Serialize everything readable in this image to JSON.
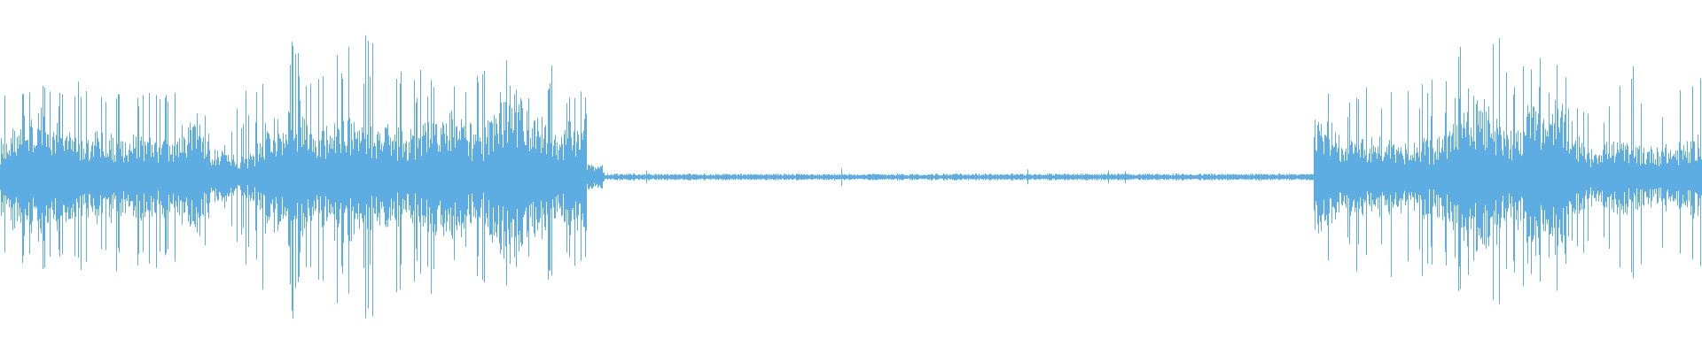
{
  "waveform": {
    "color": "#5dade2",
    "background": "#ffffff",
    "segments": [
      {
        "kind": "audio",
        "start": 0.0,
        "end": 0.12,
        "level": 0.42,
        "peak": 0.55
      },
      {
        "kind": "audio",
        "start": 0.12,
        "end": 0.15,
        "level": 0.2,
        "peak": 0.6
      },
      {
        "kind": "audio",
        "start": 0.15,
        "end": 0.17,
        "level": 0.3,
        "peak": 0.7
      },
      {
        "kind": "audio",
        "start": 0.17,
        "end": 0.235,
        "level": 0.55,
        "peak": 0.95
      },
      {
        "kind": "audio",
        "start": 0.235,
        "end": 0.345,
        "level": 0.48,
        "peak": 0.68
      },
      {
        "kind": "taper",
        "start": 0.345,
        "end": 0.355,
        "level": 0.1,
        "peak": 0.15
      },
      {
        "kind": "quiet",
        "start": 0.355,
        "end": 0.772,
        "level": 0.015,
        "peak": 0.06
      },
      {
        "kind": "audio",
        "start": 0.772,
        "end": 0.852,
        "level": 0.4,
        "peak": 0.58
      },
      {
        "kind": "audio",
        "start": 0.852,
        "end": 0.925,
        "level": 0.5,
        "peak": 0.82
      },
      {
        "kind": "audio",
        "start": 0.925,
        "end": 1.0,
        "level": 0.35,
        "peak": 0.65
      }
    ]
  }
}
